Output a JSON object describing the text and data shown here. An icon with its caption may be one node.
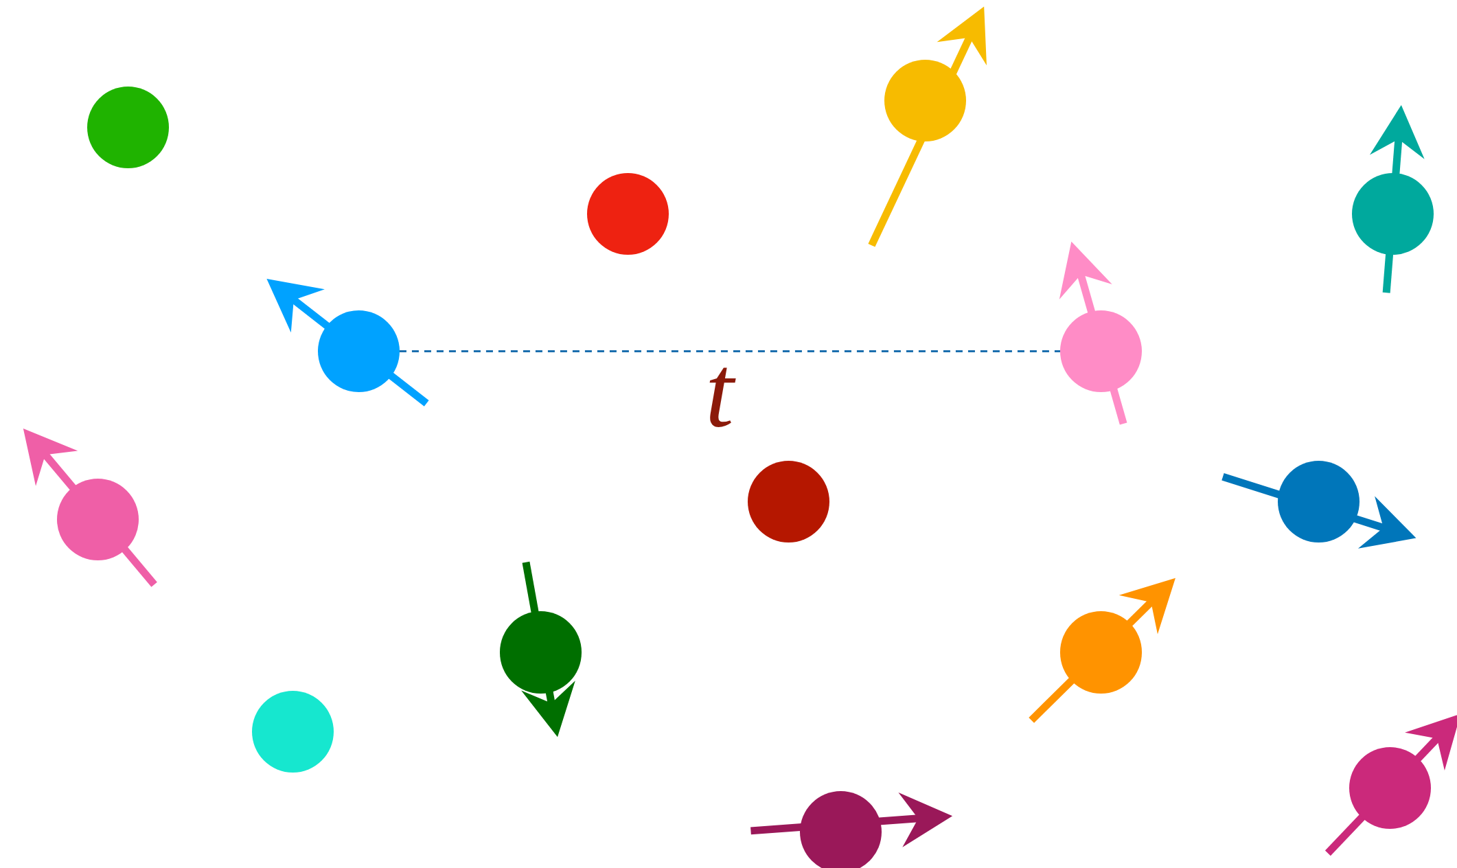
{
  "diagram": {
    "nodes": [
      {
        "text": [],
        "shape": "circle"
      },
      {
        "text": [],
        "shape": "circle"
      },
      {
        "text": [],
        "shape": "circle"
      },
      {
        "text": [],
        "shape": "circle"
      },
      {
        "text": [],
        "shape": "circle"
      },
      {
        "text": [],
        "shape": "circle"
      },
      {
        "text": [],
        "shape": "circle"
      },
      {
        "text": [],
        "shape": "circle"
      },
      {
        "text": [],
        "shape": "circle"
      },
      {
        "text": [],
        "shape": "circle"
      },
      {
        "text": [],
        "shape": "circle"
      },
      {
        "text": [],
        "shape": "circle"
      },
      {
        "text": [],
        "shape": "circle"
      },
      {
        "text": [],
        "shape": "circle"
      }
    ],
    "edges": [
      {
        "from": 4,
        "to": 5,
        "arrow": "none",
        "style": "dashed",
        "label": "t"
      }
    ]
  }
}
